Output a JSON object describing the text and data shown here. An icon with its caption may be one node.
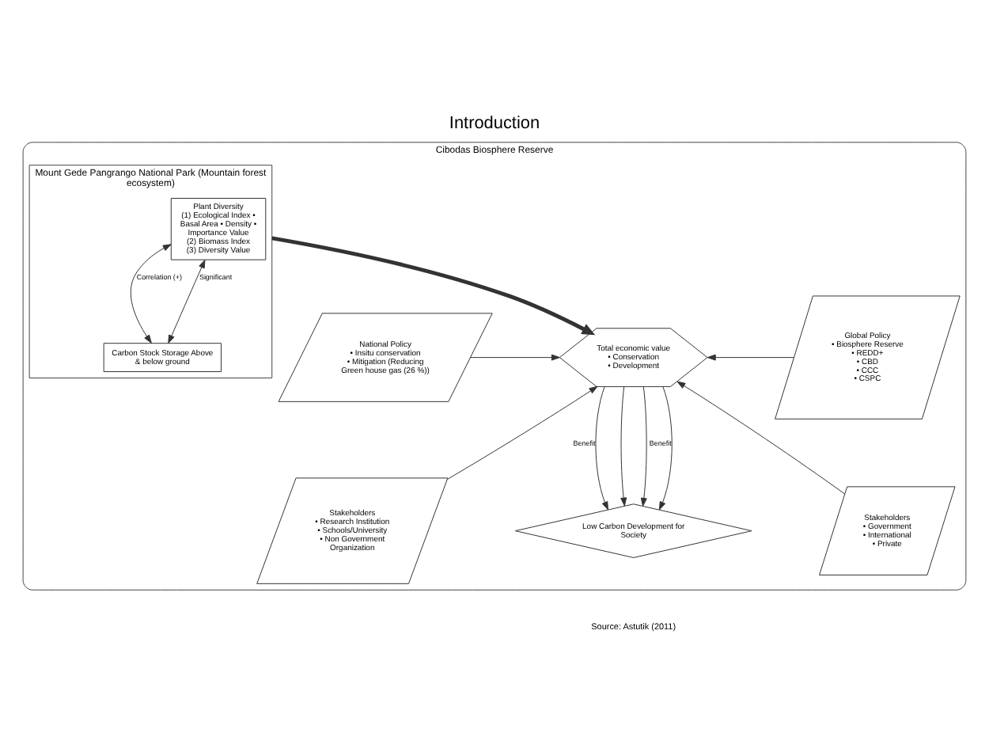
{
  "diagram": {
    "title": "Introduction",
    "caption": "Source: Astutik (2011)",
    "nodes": [
      {
        "text": [
          "Cibodas Biosphere Reserve"
        ]
      },
      {
        "text": [
          "Mount Gede Pangrango National Park (Mountain forest ecosystem)"
        ],
        "in": 0
      },
      {
        "text": [
          "Plant Diversity",
          "(1) Ecological Index • Basal Area • Density • Importance Value",
          "(2) Biomass Index",
          "(3) Diversity Value"
        ],
        "in": 1
      },
      {
        "text": [
          "Carbon Stock Storage Above & below ground"
        ],
        "in": 1
      },
      {
        "text": [
          "National Policy",
          "• Insitu conservation",
          "• Mitigation (Reducing Green house gas (26 %))"
        ],
        "in": 0
      },
      {
        "text": [
          "Total economic value",
          "• Conservation",
          "• Development"
        ],
        "in": 0
      },
      {
        "text": [
          "Global Policy",
          "• Biosphere Reserve",
          "• REDD+",
          "• CBD",
          "• CCC",
          "• CSPC"
        ],
        "in": 0
      },
      {
        "text": [
          "Stakeholders",
          "• Research Institution",
          "• Schools/University",
          "• Non Government Organization"
        ],
        "in": 0
      },
      {
        "text": [
          "Stakeholders",
          "• Government",
          "• International",
          "• Private"
        ],
        "in": 0
      },
      {
        "text": [
          "Low Carbon Development for Society"
        ],
        "in": 0
      }
    ],
    "edges": [
      {
        "from": 2,
        "to": 3,
        "arrow": "both",
        "label": "Correlation (+)"
      },
      {
        "from": 2,
        "to": 3,
        "arrow": "both",
        "label": "Significant"
      },
      {
        "from": 1,
        "to": 5,
        "arrow": "to",
        "style": "thick"
      },
      {
        "from": 4,
        "to": 5,
        "arrow": "to"
      },
      {
        "from": 6,
        "to": 5,
        "arrow": "to"
      },
      {
        "from": 7,
        "to": 5,
        "arrow": "to"
      },
      {
        "from": 8,
        "to": 5,
        "arrow": "to"
      },
      {
        "from": 5,
        "to": 9,
        "arrow": "to",
        "label": "Benefit"
      },
      {
        "from": 5,
        "to": 9,
        "arrow": "to"
      },
      {
        "from": 5,
        "to": 9,
        "arrow": "to"
      },
      {
        "from": 5,
        "to": 9,
        "arrow": "to",
        "label": "Benefit"
      }
    ]
  }
}
